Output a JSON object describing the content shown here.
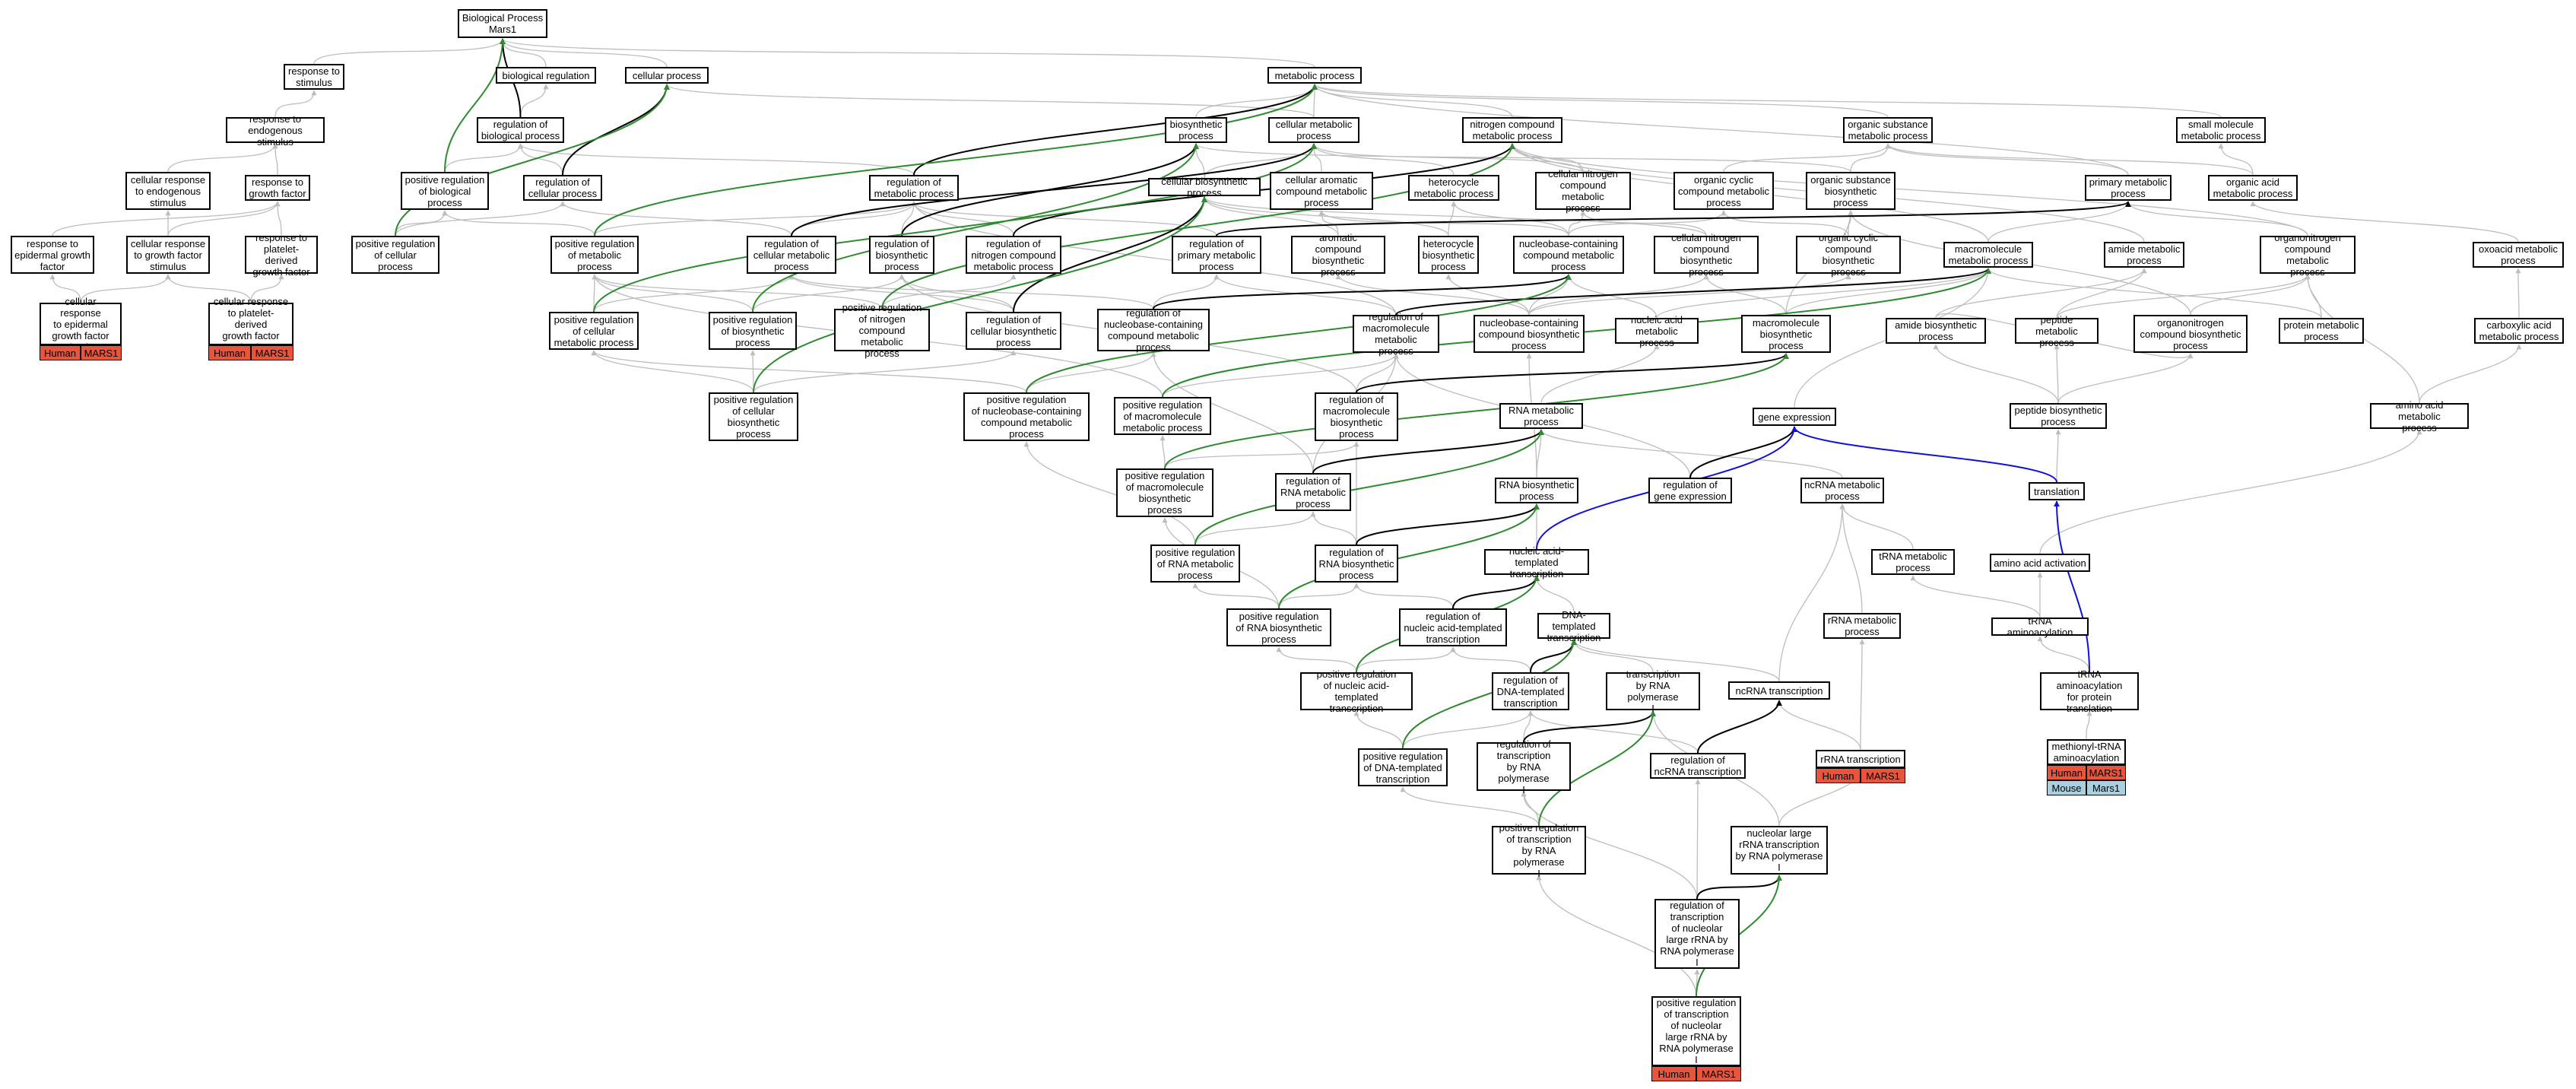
{
  "colors": {
    "gray_edge": "#bdbdbd",
    "black_edge": "#000000",
    "green_edge": "#2e8b2e",
    "blue_edge": "#1010dd",
    "human": "#e8553c",
    "mouse": "#a8d0e0"
  },
  "nodes": {
    "bp": "Biological Process\nMars1",
    "rts": "response to\nstimulus",
    "breg": "biological regulation",
    "cp": "cellular process",
    "mp": "metabolic process",
    "rtes": "response to\nendogenous stimulus",
    "rbp": "regulation of\nbiological process",
    "bsp": "biosynthetic\nprocess",
    "cmp": "cellular metabolic\nprocess",
    "ncmp": "nitrogen compound\nmetabolic process",
    "osmp": "organic substance\nmetabolic process",
    "smmp": "small molecule\nmetabolic process",
    "crtes": "cellular response\nto endogenous\nstimulus",
    "rtgf": "response to\ngrowth factor",
    "prbp": "positive regulation\nof biological\nprocess",
    "rcp": "regulation of\ncellular process",
    "rmp": "regulation of\nmetabolic process",
    "cbp": "cellular biosynthetic\nprocess",
    "cacmp": "cellular aromatic\ncompound metabolic\nprocess",
    "hmp": "heterocycle\nmetabolic process",
    "cncmp": "cellular nitrogen\ncompound metabolic\nprocess",
    "occmp": "organic cyclic\ncompound metabolic\nprocess",
    "osbp": "organic substance\nbiosynthetic\nprocess",
    "pmp": "primary metabolic\nprocess",
    "oamp": "organic acid\nmetabolic process",
    "rtegf": "response to\nepidermal growth\nfactor",
    "crtgfs": "cellular response\nto growth factor\nstimulus",
    "rtpdgf": "response to\nplatelet-derived\ngrowth factor",
    "prcp": "positive regulation\nof cellular\nprocess",
    "prmp": "positive regulation\nof metabolic\nprocess",
    "rcmp": "regulation of\ncellular metabolic\nprocess",
    "rbsp": "regulation of\nbiosynthetic\nprocess",
    "rncmp": "regulation of\nnitrogen compound\nmetabolic process",
    "rpmp": "regulation of\nprimary metabolic\nprocess",
    "acbp": "aromatic compound\nbiosynthetic\nprocess",
    "hbp": "heterocycle\nbiosynthetic\nprocess",
    "nbcmp": "nucleobase-containing\ncompound metabolic\nprocess",
    "cncbp": "cellular nitrogen\ncompound biosynthetic\nprocess",
    "occbp": "organic cyclic\ncompound biosynthetic\nprocess",
    "mmp": "macromolecule\nmetabolic process",
    "amp": "amide metabolic\nprocess",
    "oncmp": "organonitrogen\ncompound metabolic\nprocess",
    "oxamp": "oxoacid metabolic\nprocess",
    "crtegfs": "cellular response\nto epidermal\ngrowth factor\nstimulus",
    "crtpdgfs": "cellular response\nto platelet-derived\ngrowth factor\nstimulus",
    "prcmp": "positive regulation\nof cellular\nmetabolic process",
    "prbsp": "positive regulation\nof biosynthetic\nprocess",
    "prncmp": "positive regulation\nof nitrogen\ncompound metabolic\nprocess",
    "rcbsp": "regulation of\ncellular biosynthetic\nprocess",
    "rnbcmp": "regulation of\nnucleobase-containing\ncompound metabolic\nprocess",
    "rmmp": "regulation of\nmacromolecule\nmetabolic process",
    "nbcbp": "nucleobase-containing\ncompound biosynthetic\nprocess",
    "namp": "nucleic acid\nmetabolic process",
    "mbp": "macromolecule\nbiosynthetic\nprocess",
    "abp": "amide biosynthetic\nprocess",
    "pepmp": "peptide metabolic\nprocess",
    "oncbp": "organonitrogen\ncompound biosynthetic\nprocess",
    "protmp": "protein metabolic\nprocess",
    "cacmp2": "carboxylic acid\nmetabolic process",
    "prcbsp": "positive regulation\nof cellular\nbiosynthetic\nprocess",
    "prnbcmp": "positive regulation\nof nucleobase-containing\ncompound metabolic\nprocess",
    "prmmp": "positive regulation\nof macromolecule\nmetabolic process",
    "rmbsp": "regulation of\nmacromolecule\nbiosynthetic\nprocess",
    "rnamp": "RNA metabolic\nprocess",
    "ge": "gene expression",
    "pepbp": "peptide biosynthetic\nprocess",
    "aamp": "amino acid metabolic\nprocess",
    "prmbsp": "positive regulation\nof macromolecule\nbiosynthetic\nprocess",
    "rrnamp": "regulation of\nRNA metabolic\nprocess",
    "rnabp": "RNA biosynthetic\nprocess",
    "rge": "regulation of\ngene expression",
    "ncrnamp": "ncRNA metabolic\nprocess",
    "transl": "translation",
    "prrnamp": "positive regulation\nof RNA metabolic\nprocess",
    "rrnabp": "regulation of\nRNA biosynthetic\nprocess",
    "natt": "nucleic acid-templated\ntranscription",
    "trnamp": "tRNA metabolic\nprocess",
    "aaact": "amino acid activation",
    "prrnabp": "positive regulation\nof RNA biosynthetic\nprocess",
    "rnatt": "regulation of\nnucleic acid-templated\ntranscription",
    "dtt": "DNA-templated\ntranscription",
    "rrnamp2": "rRNA metabolic\nprocess",
    "trnaam": "tRNA aminoacylation",
    "prnatt": "positive regulation\nof nucleic acid-templated\ntranscription",
    "rdtt": "regulation of\nDNA-templated\ntranscription",
    "tbrp1": "transcription\nby RNA polymerase\nI",
    "ncrnat": "ncRNA transcription",
    "trnaapt": "tRNA aminoacylation\nfor protein\ntranslation",
    "prdtt": "positive regulation\nof DNA-templated\ntranscription",
    "rtbrp1": "regulation of\ntranscription\nby RNA polymerase\nI",
    "rncrnat": "regulation of\nncRNA transcription",
    "rrnat": "rRNA transcription",
    "mtrnaa": "methionyl-tRNA\naminoacylation",
    "prtbrp1": "positive regulation\nof transcription\nby RNA polymerase\nI",
    "nlrrnat": "nucleolar large\nrRNA transcription\nby RNA polymerase\nI",
    "rtnlr": "regulation of\ntranscription\nof nucleolar\nlarge rRNA by\nRNA polymerase\nI",
    "prtnlr": "positive regulation\nof transcription\nof nucleolar\nlarge rRNA by\nRNA polymerase\nI"
  },
  "tags": {
    "crtegfs": [
      [
        "Human",
        "MARS1",
        "human"
      ]
    ],
    "crtpdgfs": [
      [
        "Human",
        "MARS1",
        "human"
      ]
    ],
    "rrnat": [
      [
        "Human",
        "MARS1",
        "human"
      ]
    ],
    "mtrnaa": [
      [
        "Human",
        "MARS1",
        "human"
      ],
      [
        "Mouse",
        "Mars1",
        "mouse"
      ]
    ],
    "prtnlr": [
      [
        "Human",
        "MARS1",
        "human"
      ]
    ]
  }
}
